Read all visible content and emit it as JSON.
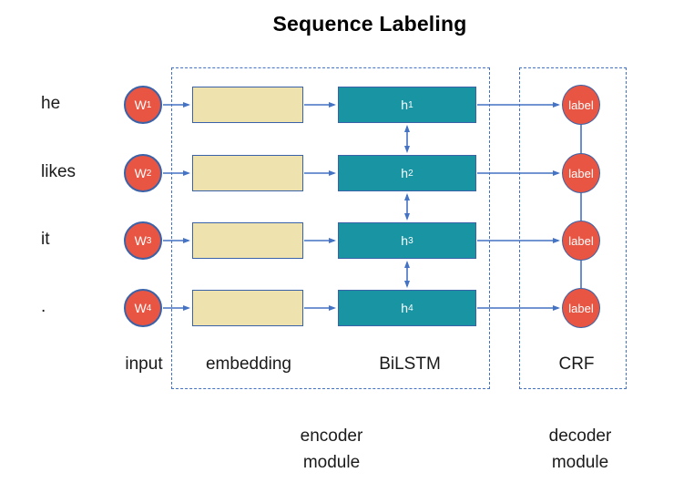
{
  "title": "Sequence Labeling",
  "colors": {
    "node-red": "#E85542",
    "node-border": "#3A62A8",
    "embedding-fill": "#EEE3AE",
    "bilstm-fill": "#1994A3",
    "box-border": "#3A62A8",
    "arrow-blue": "#4472C4",
    "module-border": "#4472C4"
  },
  "rows": [
    {
      "word": "he",
      "input_node": {
        "base": "W",
        "sub": "1"
      },
      "hidden_node": {
        "base": "h",
        "sub": "1"
      },
      "output_label": "label"
    },
    {
      "word": "likes",
      "input_node": {
        "base": "W",
        "sub": "2"
      },
      "hidden_node": {
        "base": "h",
        "sub": "2"
      },
      "output_label": "label"
    },
    {
      "word": "it",
      "input_node": {
        "base": "W",
        "sub": "3"
      },
      "hidden_node": {
        "base": "h",
        "sub": "3"
      },
      "output_label": "label"
    },
    {
      "word": ".",
      "input_node": {
        "base": "W",
        "sub": "4"
      },
      "hidden_node": {
        "base": "h",
        "sub": "4"
      },
      "output_label": "label"
    }
  ],
  "columns": {
    "input": "input",
    "embedding": "embedding",
    "bilstm": "BiLSTM",
    "crf": "CRF"
  },
  "modules": {
    "encoder": "encoder\nmodule",
    "decoder": "decoder\nmodule"
  }
}
